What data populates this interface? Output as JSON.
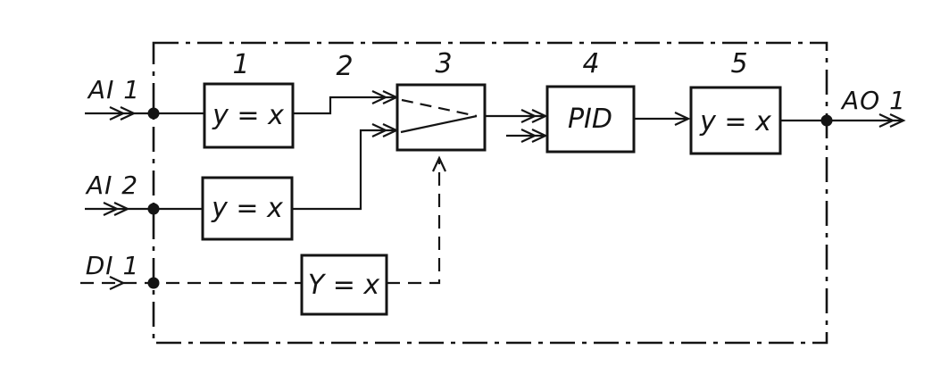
{
  "diagram": {
    "io": {
      "ai1": "AI 1",
      "ai2": "AI 2",
      "di1": "DI 1",
      "ao1": "AO 1"
    },
    "position_numbers": {
      "n1": "1",
      "n2": "2",
      "n3": "3",
      "n4": "4",
      "n5": "5"
    },
    "blocks": {
      "block1": "y = x",
      "block2": "y = x",
      "pid": "PID",
      "block5": "y = x",
      "di_block": "Y = x"
    },
    "colors": {
      "ink": "#141414",
      "paper": "#ffffff"
    }
  }
}
